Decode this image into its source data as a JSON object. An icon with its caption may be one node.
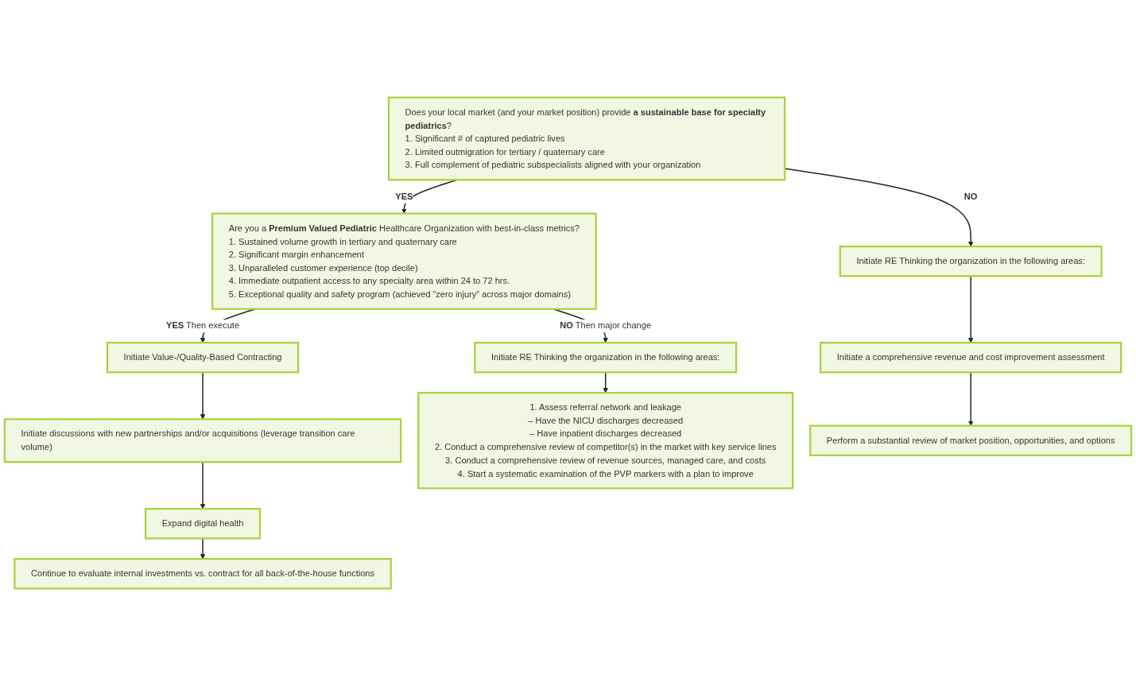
{
  "diagram": {
    "nodes": [
      {
        "text": [
          "Does your local market (and your market position) provide **a sustainable base for specialty pediatrics**?",
          "1. Significant # of captured pediatric lives",
          "2. Limited outmigration for tertiary / quaternary care",
          "3. Full complement of pediatric subspecialists aligned with your organization"
        ]
      },
      {
        "text": [
          "Are you a **Premium Valued Pediatric** Healthcare Organization with best-in-class metrics?",
          "1. Sustained volume growth in tertiary and quaternary care",
          "2. Significant margin enhancement",
          "3. Unparalleled customer experience (top decile)",
          "4. Immediate outpatient access to any specialty area within 24 to 72 hrs.",
          "5. Exceptional quality and safety program (achieved “zero injury” across major domains)"
        ]
      },
      {
        "text": [
          "Initiate Value-/Quality-Based Contracting"
        ]
      },
      {
        "text": [
          "Initiate discussions with new partnerships and/or acquisitions (leverage transition care volume)"
        ]
      },
      {
        "text": [
          "Expand digital health"
        ]
      },
      {
        "text": [
          "Continue to evaluate internal investments vs. contract for all back-of-the-house functions"
        ]
      },
      {
        "text": [
          "Initiate RE Thinking the organization in the following areas:"
        ]
      },
      {
        "text": [
          "1. Assess referral network and leakage",
          "– Have the NICU discharges decreased",
          "– Have inpatient discharges decreased",
          "2. Conduct a comprehensive review of competitor(s) in the market with key service lines",
          "3. Conduct a comprehensive review of revenue sources, managed care, and costs",
          "4. Start a systematic examination of the PVP markers with a plan to improve"
        ]
      },
      {
        "text": [
          "Initiate RE Thinking the organization in the following areas:"
        ]
      },
      {
        "text": [
          "Initiate a comprehensive revenue and cost improvement assessment"
        ]
      },
      {
        "text": [
          "Perform a substantial review of market position, opportunities, and options"
        ]
      }
    ],
    "edges": [
      {
        "from": 0,
        "to": 1,
        "arrow": "to",
        "label": "**YES**"
      },
      {
        "from": 0,
        "to": 8,
        "arrow": "to",
        "label": "**NO**"
      },
      {
        "from": 1,
        "to": 2,
        "arrow": "to",
        "label": "**YES** Then execute"
      },
      {
        "from": 1,
        "to": 6,
        "arrow": "to",
        "label": "**NO** Then major change"
      },
      {
        "from": 2,
        "to": 3,
        "arrow": "to"
      },
      {
        "from": 3,
        "to": 4,
        "arrow": "to"
      },
      {
        "from": 4,
        "to": 5,
        "arrow": "to"
      },
      {
        "from": 6,
        "to": 7,
        "arrow": "to"
      },
      {
        "from": 8,
        "to": 9,
        "arrow": "to"
      },
      {
        "from": 9,
        "to": 10,
        "arrow": "to"
      }
    ]
  }
}
